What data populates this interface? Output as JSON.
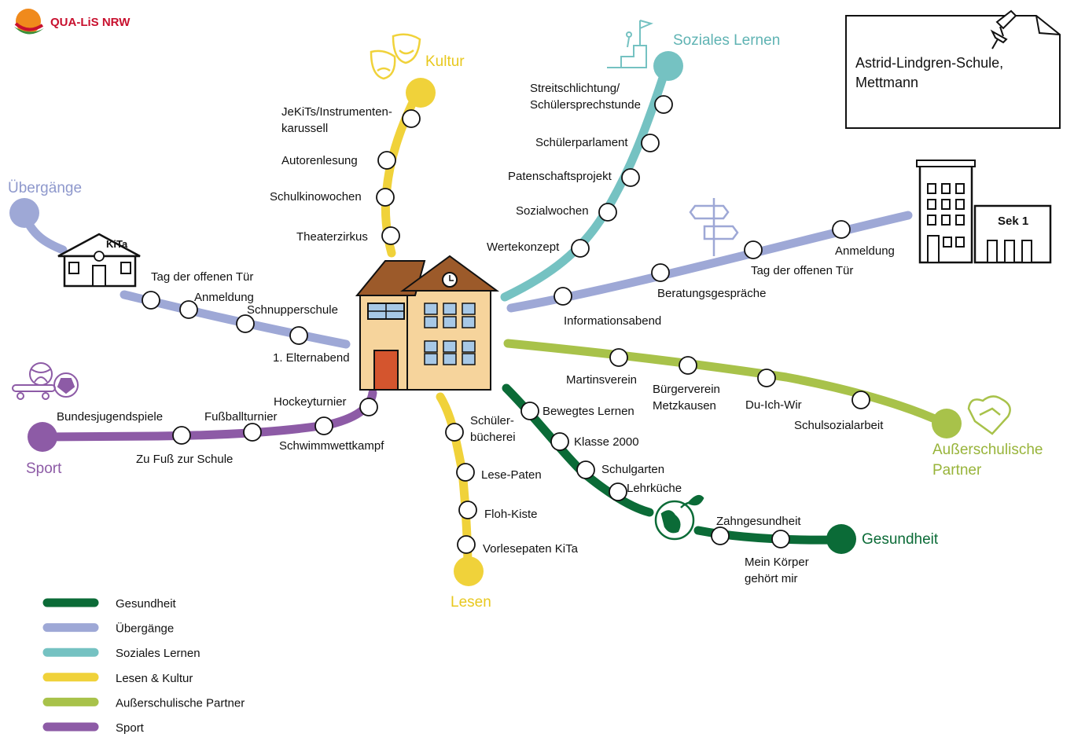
{
  "logo": {
    "text": "QUA-LiS NRW"
  },
  "note": {
    "line1": "Astrid-Lindgren-Schule,",
    "line2": "Mettmann"
  },
  "colors": {
    "gesundheit": "#0b6b37",
    "uebergaenge": "#9ea8d6",
    "soziales": "#75c2c2",
    "lesen_kultur": "#f0d23a",
    "partner": "#a8c24a",
    "sport": "#8d5ba6"
  },
  "lines": {
    "kultur": {
      "title": "Kultur",
      "stops": [
        "JeKiTs/Instrumenten-",
        "karussell",
        "Autorenlesung",
        "Schulkinowochen",
        "Theaterzirkus"
      ]
    },
    "soziales": {
      "title": "Soziales Lernen",
      "stops": [
        "Streitschlichtung/",
        "Schülersprechstunde",
        "Schülerparlament",
        "Patenschaftsprojekt",
        "Sozialwochen",
        "Wertekonzept"
      ]
    },
    "uebergaenge": {
      "title": "Übergänge",
      "kita": "KiTa",
      "stops": [
        "Tag der offenen Tür",
        "Anmeldung",
        "Schnupperschule",
        "1. Elternabend"
      ]
    },
    "sek": {
      "label": "Sek 1",
      "stops": [
        "Informationsabend",
        "Beratungsgespräche",
        "Tag der offenen Tür",
        "Anmeldung"
      ]
    },
    "partner": {
      "title1": "Außerschulische",
      "title2": "Partner",
      "stops": [
        "Martinsverein",
        "Bürgerverein",
        "Metzkausen",
        "Du-Ich-Wir",
        "Schulsozialarbeit"
      ]
    },
    "sport": {
      "title": "Sport",
      "stops": [
        "Hockeyturnier",
        "Bundesjugendspiele",
        "Fußballturnier",
        "Schwimmwettkampf",
        "Zu Fuß zur Schule"
      ]
    },
    "lesen": {
      "title": "Lesen",
      "stops": [
        "Schüler-",
        "bücherei",
        "Lese-Paten",
        "Floh-Kiste",
        "Vorlesepaten KiTa"
      ]
    },
    "gesundheit": {
      "title": "Gesundheit",
      "stops": [
        "Bewegtes Lernen",
        "Klasse 2000",
        "Schulgarten",
        "Lehrküche",
        "Zahngesundheit",
        "Mein Körper",
        "gehört mir"
      ]
    }
  },
  "legend": [
    {
      "label": "Gesundheit",
      "color": "#0b6b37"
    },
    {
      "label": "Übergänge",
      "color": "#9ea8d6"
    },
    {
      "label": "Soziales Lernen",
      "color": "#75c2c2"
    },
    {
      "label": "Lesen & Kultur",
      "color": "#f0d23a"
    },
    {
      "label": "Außerschulische Partner",
      "color": "#a8c24a"
    },
    {
      "label": "Sport",
      "color": "#8d5ba6"
    }
  ]
}
